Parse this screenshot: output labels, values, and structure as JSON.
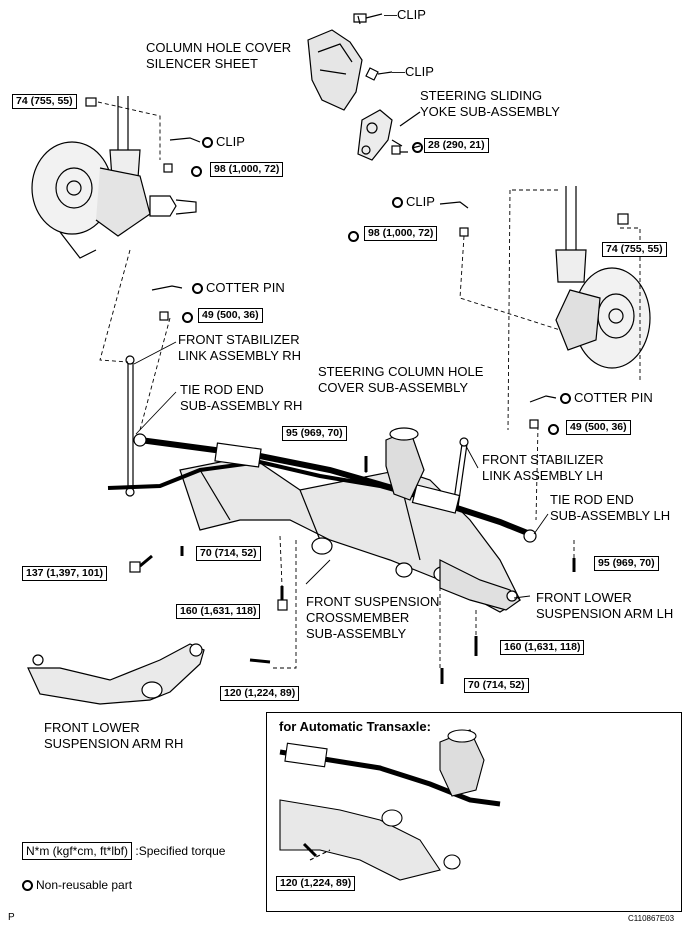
{
  "labels": {
    "clip_top": "CLIP",
    "column_hole_cover": [
      "COLUMN HOLE COVER",
      "SILENCER SHEET"
    ],
    "clip_mid": "CLIP",
    "steering_sliding_yoke": [
      "STEERING SLIDING",
      "YOKE SUB-ASSEMBLY"
    ],
    "clip_left": "CLIP",
    "clip_right": "CLIP",
    "cotter_pin_left": "COTTER PIN",
    "front_stabilizer_rh": [
      "FRONT STABILIZER",
      "LINK ASSEMBLY RH"
    ],
    "tie_rod_end_rh": [
      "TIE ROD END",
      "SUB-ASSEMBLY RH"
    ],
    "steering_column_hole_cover": [
      "STEERING COLUMN HOLE",
      "COVER SUB-ASSEMBLY"
    ],
    "cotter_pin_right": "COTTER PIN",
    "front_stabilizer_lh": [
      "FRONT STABILIZER",
      "LINK ASSEMBLY LH"
    ],
    "tie_rod_end_lh": [
      "TIE ROD END",
      "SUB-ASSEMBLY LH"
    ],
    "front_suspension_crossmember": [
      "FRONT SUSPENSION",
      "CROSSMEMBER",
      "SUB-ASSEMBLY"
    ],
    "front_lower_arm_lh": [
      "FRONT LOWER",
      "SUSPENSION ARM LH"
    ],
    "front_lower_arm_rh": [
      "FRONT LOWER",
      "SUSPENSION ARM RH"
    ]
  },
  "torques": {
    "t74_left": "74 (755, 55)",
    "t98_left": "98 (1,000, 72)",
    "t28": "28 (290, 21)",
    "t98_right": "98 (1,000, 72)",
    "t74_right": "74 (755, 55)",
    "t49_left": "49 (500, 36)",
    "t95_center": "95 (969, 70)",
    "t49_right": "49 (500, 36)",
    "t137": "137 (1,397, 101)",
    "t70_left": "70 (714, 52)",
    "t95_right": "95 (969, 70)",
    "t160_left": "160 (1,631, 118)",
    "t160_right": "160 (1,631, 118)",
    "t120": "120 (1,224, 89)",
    "t70_right": "70 (714, 52)",
    "t120_inset": "120 (1,224, 89)"
  },
  "inset": {
    "title": "for Automatic Transaxle:"
  },
  "legend": {
    "torque_box": "N*m (kgf*cm, ft*lbf)",
    "torque_text": ":Specified torque",
    "nonreusable_text": "Non-reusable part"
  },
  "footer": {
    "left": "P",
    "right": "C110867E03"
  }
}
